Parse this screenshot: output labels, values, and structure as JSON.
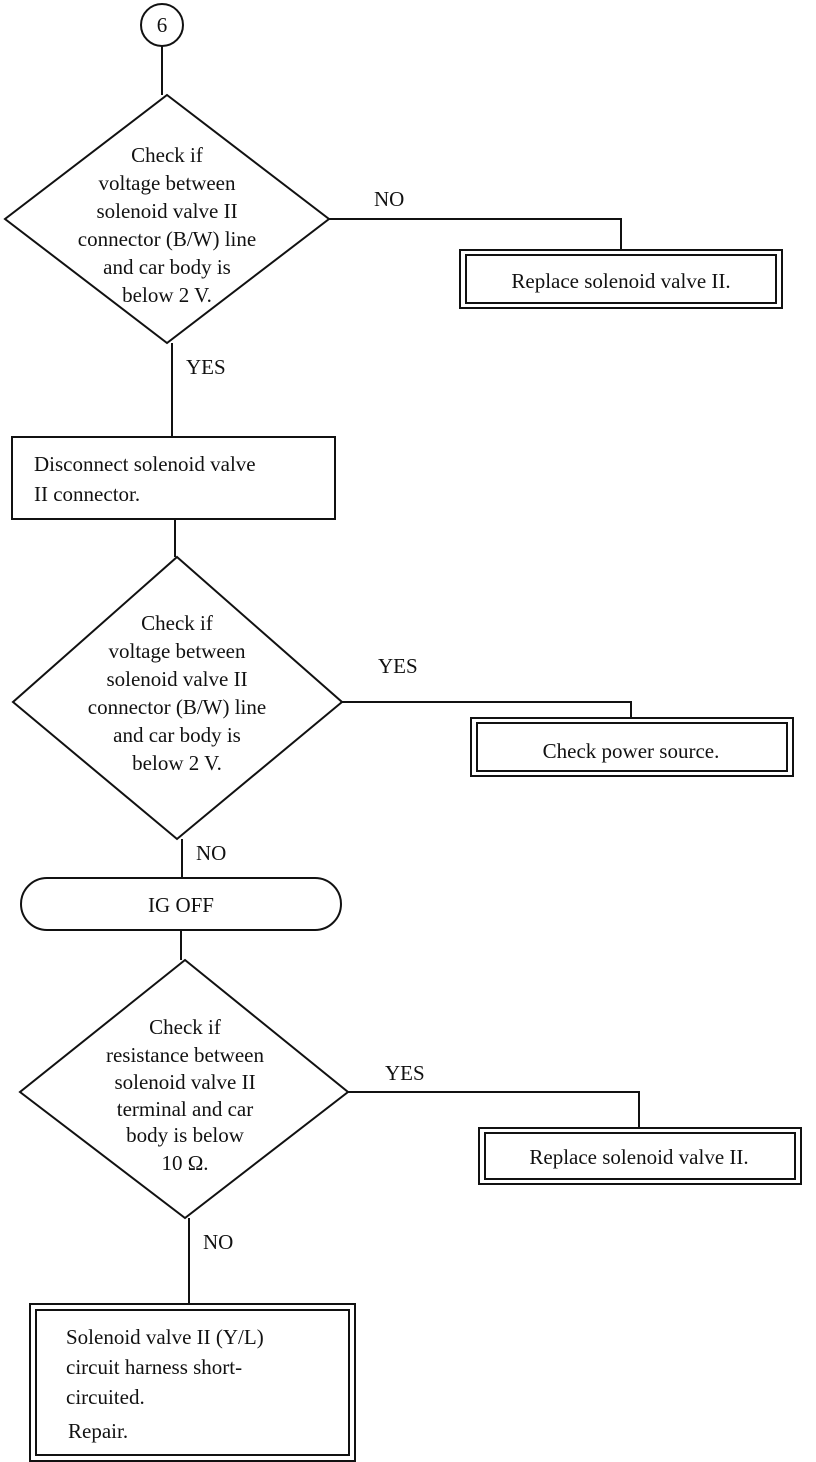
{
  "connector": {
    "label": "6"
  },
  "decision1": {
    "lines": [
      "Check if",
      "voltage between",
      "solenoid valve II",
      "connector (B/W) line",
      "and car body is",
      "below 2 V."
    ],
    "no_label": "NO",
    "yes_label": "YES"
  },
  "result1": {
    "text": "Replace solenoid valve II."
  },
  "step1": {
    "lines": [
      "Disconnect solenoid valve",
      "II connector."
    ]
  },
  "decision2": {
    "lines": [
      "Check if",
      "voltage between",
      "solenoid valve II",
      "connector (B/W) line",
      "and car body is",
      "below 2 V."
    ],
    "yes_label": "YES",
    "no_label": "NO"
  },
  "result2": {
    "text": "Check power source."
  },
  "ig": {
    "text": "IG OFF"
  },
  "decision3": {
    "lines": [
      "Check if",
      "resistance between",
      "solenoid valve II",
      "terminal and car",
      "body is below",
      "10 Ω."
    ],
    "yes_label": "YES",
    "no_label": "NO"
  },
  "result3": {
    "text": "Replace solenoid valve II."
  },
  "final": {
    "lines": [
      "Solenoid valve II (Y/L)",
      "circuit harness short-",
      "circuited.",
      "Repair."
    ]
  }
}
